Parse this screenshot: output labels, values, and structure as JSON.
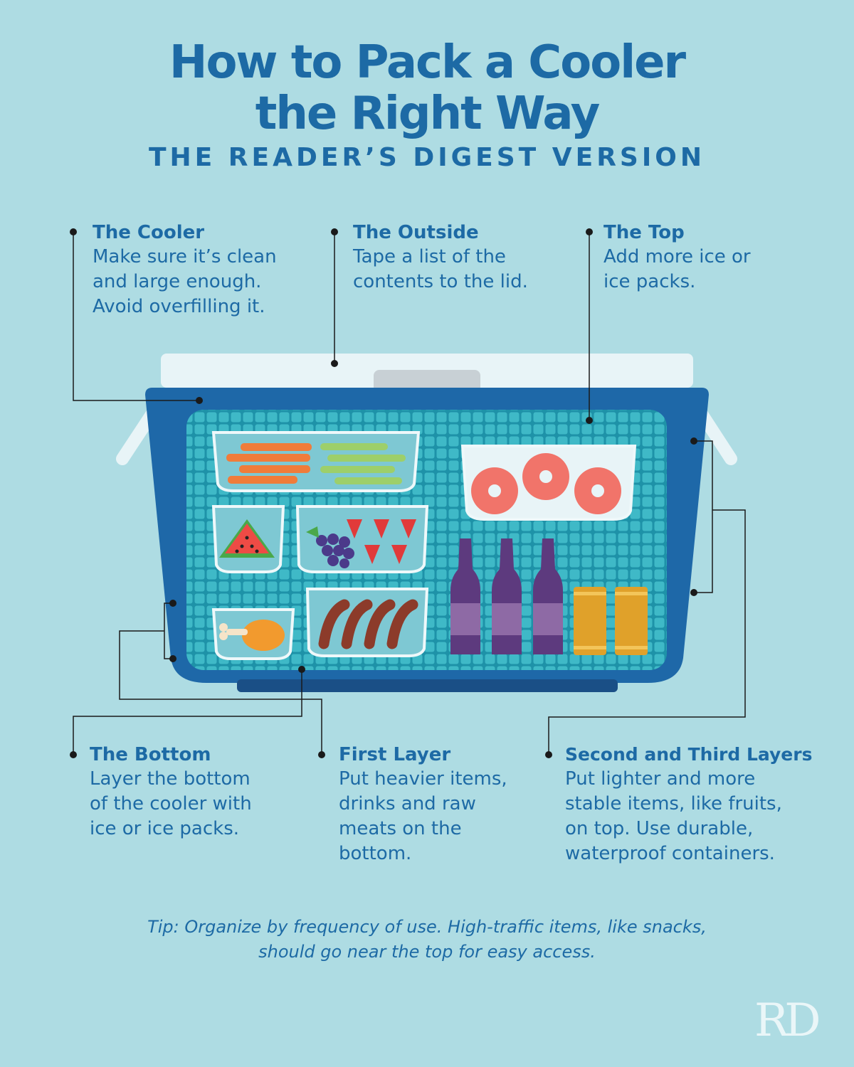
{
  "title": {
    "line1": "How to Pack a Cooler",
    "line2": "the Right Way",
    "subtitle": "THE READER’S DIGEST VERSION"
  },
  "callouts": {
    "cooler": {
      "heading": "The Cooler",
      "lines": [
        "Make sure it’s clean",
        "and large enough.",
        "Avoid overfilling it."
      ]
    },
    "outside": {
      "heading": "The Outside",
      "lines": [
        "Tape a list of the",
        "contents to the lid."
      ]
    },
    "top": {
      "heading": "The Top",
      "lines": [
        "Add more ice or",
        "ice packs."
      ]
    },
    "bottom": {
      "heading": "The Bottom",
      "lines": [
        "Layer the bottom",
        "of the cooler with",
        "ice or ice packs."
      ]
    },
    "first_layer": {
      "heading": "First Layer",
      "lines": [
        "Put heavier items,",
        "drinks and raw",
        "meats on the",
        "bottom."
      ]
    },
    "second_third": {
      "heading": "Second and Third Layers",
      "lines": [
        "Put lighter and more",
        "stable items, like fruits,",
        "on top. Use durable,",
        "waterproof containers."
      ]
    }
  },
  "tip": {
    "line1": "Tip:  Organize by frequency of use. High-traffic items, like snacks,",
    "line2": "should go near the top for easy access."
  },
  "logo": "RD",
  "colors": {
    "background": "#aedce3",
    "accent": "#1d6aa5",
    "ice": "#2fb0bf",
    "lid": "#e8f4f7"
  },
  "icons": [
    "carrot-icon",
    "celery-icon",
    "donut-icon",
    "watermelon-icon",
    "grapes-icon",
    "strawberry-icon",
    "bottle-icon",
    "can-icon",
    "chicken-leg-icon",
    "sausage-icon"
  ]
}
